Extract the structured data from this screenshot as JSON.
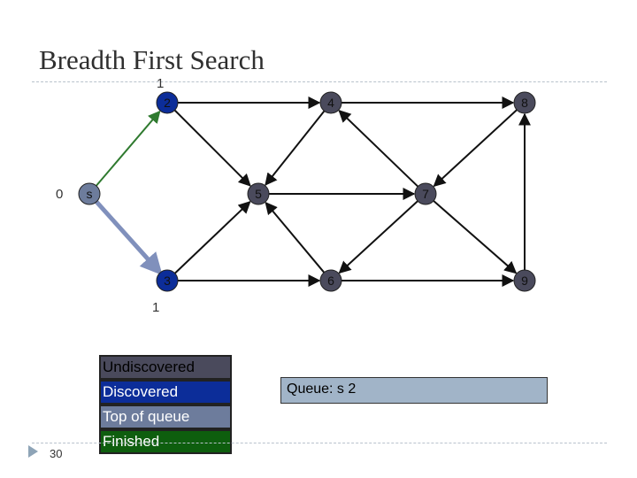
{
  "slide": {
    "title": "Breadth First Search",
    "page_number": "30"
  },
  "graph": {
    "nodes": [
      {
        "id": "s",
        "label": "s",
        "state": "top_of_queue"
      },
      {
        "id": "2",
        "label": "2",
        "state": "discovered"
      },
      {
        "id": "3",
        "label": "3",
        "state": "discovered"
      },
      {
        "id": "4",
        "label": "4",
        "state": "undiscovered"
      },
      {
        "id": "5",
        "label": "5",
        "state": "undiscovered"
      },
      {
        "id": "6",
        "label": "6",
        "state": "undiscovered"
      },
      {
        "id": "7",
        "label": "7",
        "state": "undiscovered"
      },
      {
        "id": "8",
        "label": "8",
        "state": "undiscovered"
      },
      {
        "id": "9",
        "label": "9",
        "state": "undiscovered"
      }
    ],
    "edges": [
      {
        "from": "s",
        "to": "2",
        "style": "tree"
      },
      {
        "from": "s",
        "to": "3",
        "style": "current"
      },
      {
        "from": "2",
        "to": "4",
        "style": "normal"
      },
      {
        "from": "2",
        "to": "5",
        "style": "normal"
      },
      {
        "from": "3",
        "to": "5",
        "style": "normal"
      },
      {
        "from": "3",
        "to": "6",
        "style": "normal"
      },
      {
        "from": "4",
        "to": "5",
        "style": "normal"
      },
      {
        "from": "4",
        "to": "8",
        "style": "normal"
      },
      {
        "from": "5",
        "to": "7",
        "style": "normal"
      },
      {
        "from": "6",
        "to": "5",
        "style": "normal"
      },
      {
        "from": "6",
        "to": "9",
        "style": "normal"
      },
      {
        "from": "7",
        "to": "4",
        "style": "normal"
      },
      {
        "from": "7",
        "to": "6",
        "style": "normal"
      },
      {
        "from": "7",
        "to": "9",
        "style": "normal"
      },
      {
        "from": "8",
        "to": "7",
        "style": "normal"
      },
      {
        "from": "9",
        "to": "8",
        "style": "normal"
      }
    ],
    "distance_labels": {
      "s": "0",
      "2": "1",
      "3": "1"
    }
  },
  "legend": [
    {
      "label": "Undiscovered",
      "color": "#4a4a5c",
      "text_color": "#000000"
    },
    {
      "label": "Discovered",
      "color": "#0c2d99",
      "text_color": "#ffffff"
    },
    {
      "label": "Top of queue",
      "color": "#6d7c9c",
      "text_color": "#ffffff"
    },
    {
      "label": "Finished",
      "color": "#0e5e0e",
      "text_color": "#ffffff"
    }
  ],
  "queue": {
    "text": "Queue: s 2"
  },
  "colors": {
    "undiscovered": "#4a4a5c",
    "discovered": "#0c2d99",
    "top_of_queue": "#6d7c9c",
    "finished": "#0e5e0e",
    "tree_edge": "#2f7a2f",
    "current_edge": "#8090bc",
    "queue_fill": "#a1b4c8"
  }
}
